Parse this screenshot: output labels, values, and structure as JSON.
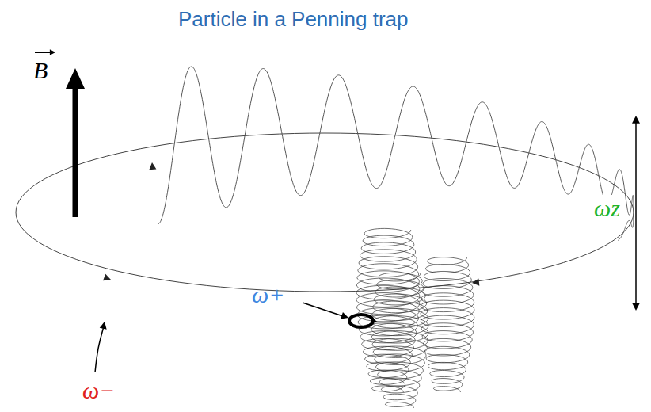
{
  "diagram": {
    "title": "Particle in a Penning trap",
    "labels": [
      "B",
      "ω+",
      "ωz",
      "ω−"
    ]
  }
}
